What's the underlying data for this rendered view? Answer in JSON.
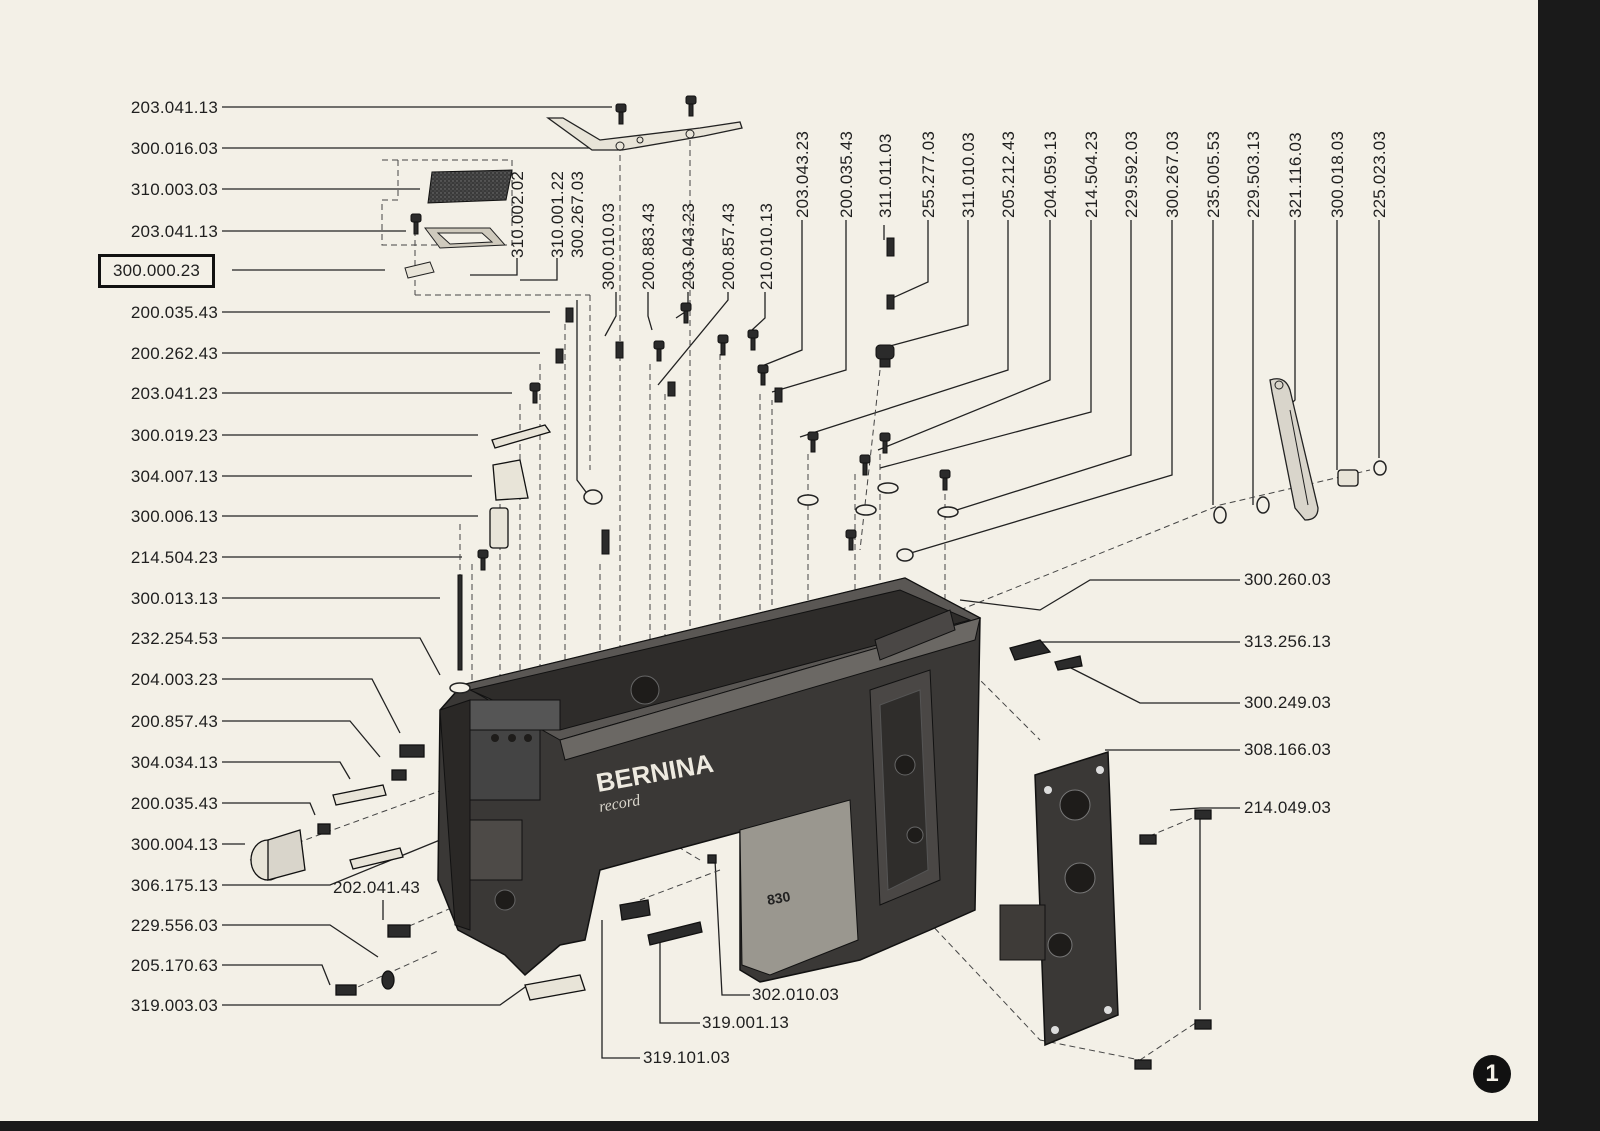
{
  "left_labels": [
    {
      "text": "203.041.13"
    },
    {
      "text": "300.016.03"
    },
    {
      "text": "310.003.03"
    },
    {
      "text": "203.041.13"
    },
    {
      "text": "300.000.23",
      "highlight": true
    },
    {
      "text": "200.035.43"
    },
    {
      "text": "200.262.43"
    },
    {
      "text": "203.041.23"
    },
    {
      "text": "300.019.23"
    },
    {
      "text": "304.007.13"
    },
    {
      "text": "300.006.13"
    },
    {
      "text": "214.504.23"
    },
    {
      "text": "300.013.13"
    },
    {
      "text": "232.254.53"
    },
    {
      "text": "204.003.23"
    },
    {
      "text": "200.857.43"
    },
    {
      "text": "304.034.13"
    },
    {
      "text": "200.035.43"
    },
    {
      "text": "300.004.13"
    },
    {
      "text": "306.175.13"
    },
    {
      "text": "229.556.03"
    },
    {
      "text": "205.170.63"
    },
    {
      "text": "319.003.03"
    }
  ],
  "top_labels": [
    {
      "text": "310.002.02"
    },
    {
      "text": "310.001.22"
    },
    {
      "text": "300.267.03"
    },
    {
      "text": "300.010.03"
    },
    {
      "text": "200.883.43"
    },
    {
      "text": "203.043.23"
    },
    {
      "text": "200.857.43"
    },
    {
      "text": "210.010.13"
    },
    {
      "text": "203.043.23"
    },
    {
      "text": "200.035.43"
    },
    {
      "text": "311.011.03"
    },
    {
      "text": "255.277.03"
    },
    {
      "text": "311.010.03"
    },
    {
      "text": "205.212.43"
    },
    {
      "text": "204.059.13"
    },
    {
      "text": "214.504.23"
    },
    {
      "text": "229.592.03"
    },
    {
      "text": "300.267.03"
    },
    {
      "text": "235.005.53"
    },
    {
      "text": "229.503.13"
    },
    {
      "text": "321.116.03"
    },
    {
      "text": "300.018.03"
    },
    {
      "text": "225.023.03"
    }
  ],
  "right_labels": [
    {
      "text": "300.260.03"
    },
    {
      "text": "313.256.13"
    },
    {
      "text": "300.249.03"
    },
    {
      "text": "308.166.03"
    },
    {
      "text": "214.049.03"
    }
  ],
  "bottom_labels": [
    {
      "text": "202.041.43"
    },
    {
      "text": "302.010.03"
    },
    {
      "text": "319.001.13"
    },
    {
      "text": "319.101.03"
    }
  ],
  "brand": {
    "name": "BERNINA",
    "model": "record",
    "badge_number": "830"
  },
  "page_number": "1"
}
